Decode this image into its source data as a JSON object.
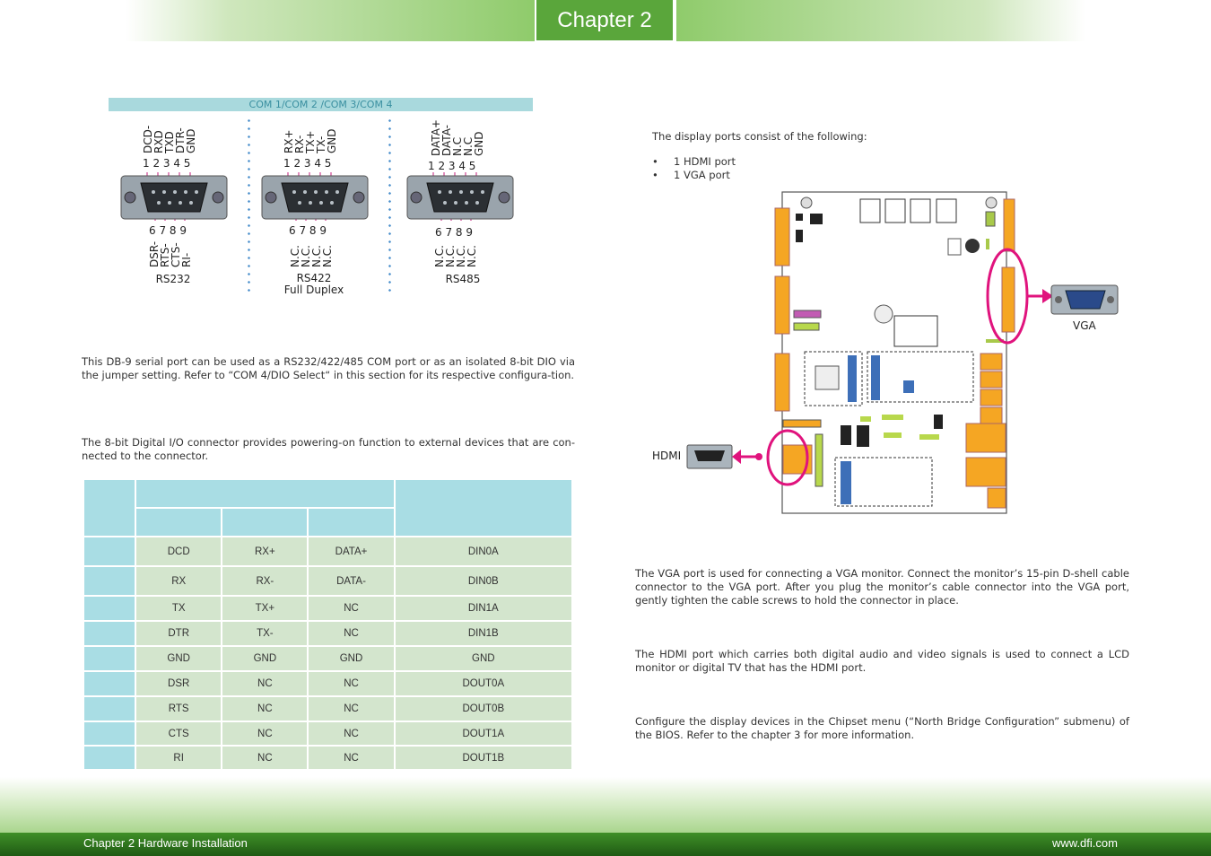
{
  "header": {
    "chapter_tab": "Chapter 2"
  },
  "com_section": {
    "header": "COM 1/COM 2 /COM 3/COM 4",
    "connectors": [
      {
        "name": "RS232",
        "sub": "",
        "top_signals": [
          "DCD-",
          "RXD",
          "TXD",
          "DTR-",
          "GND"
        ],
        "top_pins": "1 2 3 4 5",
        "bottom_pins": "6 7 8 9",
        "bottom_signals": [
          "DSR-",
          "RTS-",
          "CTS-",
          "RI-"
        ]
      },
      {
        "name": "RS422",
        "sub": "Full Duplex",
        "top_signals": [
          "RX+",
          "RX-",
          "TX+",
          "TX-",
          "GND"
        ],
        "top_pins": "1 2 3 4 5",
        "bottom_pins": "6 7 8 9",
        "bottom_signals": [
          "N.C.",
          "N.C.",
          "N.C.",
          "N.C."
        ]
      },
      {
        "name": "RS485",
        "sub": "",
        "top_signals": [
          "DATA+",
          "DATA-",
          "N.C",
          "N.C",
          "GND"
        ],
        "top_pins": "1 2 3 4 5",
        "bottom_pins": "6 7 8 9",
        "bottom_signals": [
          "N.C.",
          "N.C.",
          "N.C.",
          "N.C."
        ]
      }
    ],
    "para1": "This DB-9 serial port can be used as a RS232/422/485 COM port or as an isolated 8-bit DIO via the jumper setting. Refer to “COM 4/DIO Select“ in this section for its respective configura-tion.",
    "para2": "The 8-bit Digital I/O connector provides powering-on function to external devices that are con-nected to the connector."
  },
  "pin_table": {
    "rows": [
      [
        "DCD",
        "RX+",
        "DATA+",
        "DIN0A"
      ],
      [
        "RX",
        "RX-",
        "DATA-",
        "DIN0B"
      ],
      [
        "TX",
        "TX+",
        "NC",
        "DIN1A"
      ],
      [
        "DTR",
        "TX-",
        "NC",
        "DIN1B"
      ],
      [
        "GND",
        "GND",
        "GND",
        "GND"
      ],
      [
        "DSR",
        "NC",
        "NC",
        "DOUT0A"
      ],
      [
        "RTS",
        "NC",
        "NC",
        "DOUT0B"
      ],
      [
        "CTS",
        "NC",
        "NC",
        "DOUT1A"
      ],
      [
        "RI",
        "NC",
        "NC",
        "DOUT1B"
      ]
    ]
  },
  "display_section": {
    "intro": "The display ports consist of the following:",
    "bullets": [
      "1 HDMI port",
      "1 VGA port"
    ],
    "vga_label": "VGA",
    "hdmi_label": "HDMI",
    "vga_para": "The VGA port is used for connecting a VGA monitor. Connect the monitor’s 15-pin D-shell cable connector to the VGA port. After you plug the monitor’s cable connector into the VGA port, gently tighten the cable screws to hold the connector in place.",
    "hdmi_para": "The HDMI port which carries both digital audio and video signals is used to connect a LCD monitor or digital TV that has the HDMI port.",
    "config_para": "Configure the display devices in the Chipset menu (“North Bridge Configuration” submenu) of the BIOS. Refer to the chapter 3 for more information."
  },
  "footer": {
    "left": "Chapter 2 Hardware Installation",
    "right": "www.dfi.com"
  },
  "colors": {
    "accent_green": "#5aa63b",
    "table_blue": "#a9dde4",
    "table_green": "#d3e5cd",
    "highlight_magenta": "#e0137d",
    "connector_orange": "#f5a623"
  }
}
